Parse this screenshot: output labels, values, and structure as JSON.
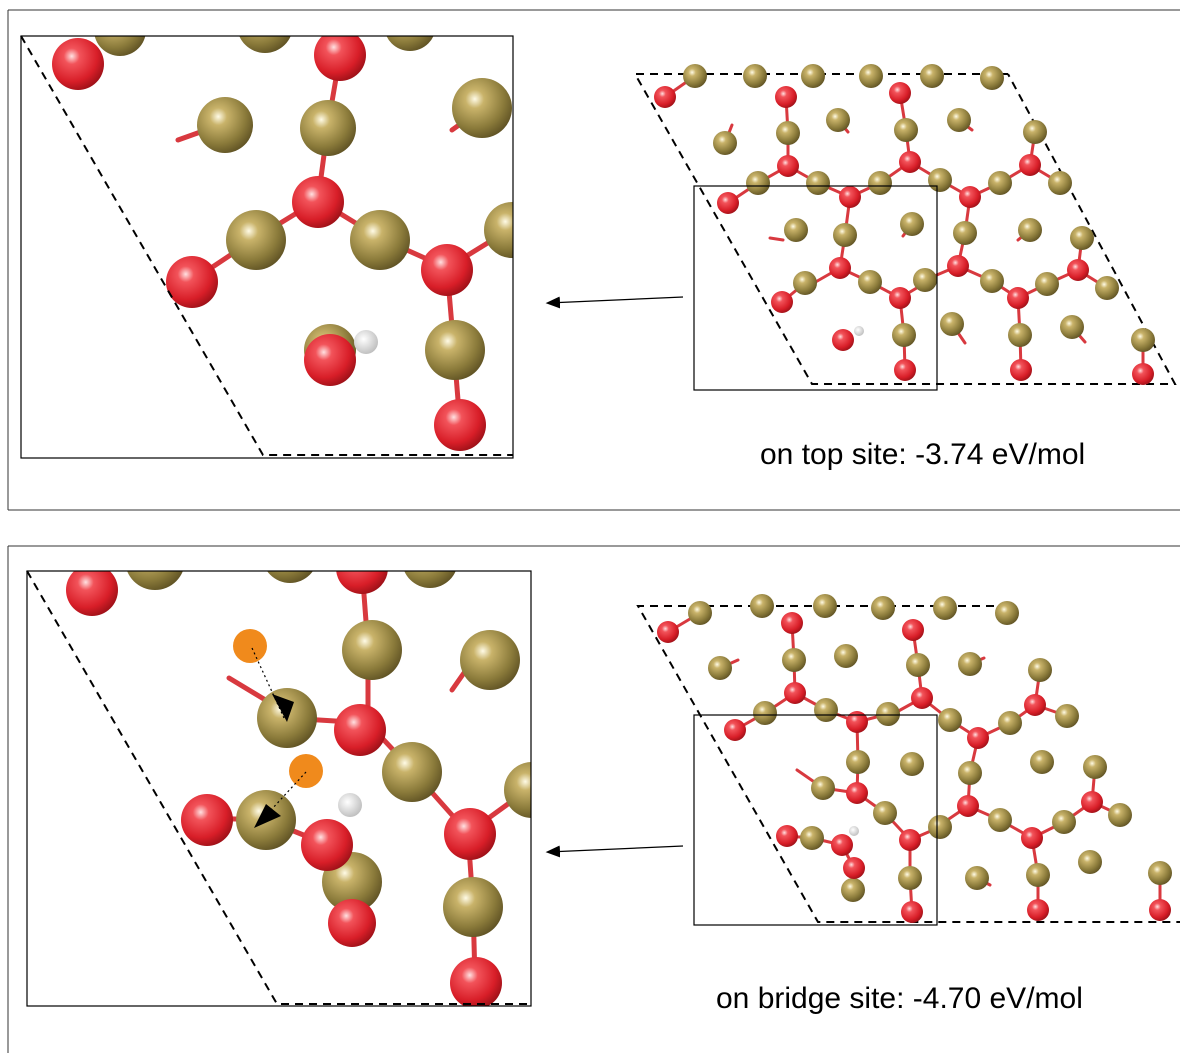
{
  "panels": [
    {
      "caption": "on top site: -3.74 eV/mol",
      "variant": "top"
    },
    {
      "caption": "on bridge site: -4.70 eV/mol",
      "variant": "bridge"
    }
  ],
  "colors": {
    "gold_atom": "#8a7a3a",
    "oxygen_atom": "#e0252d",
    "hydrogen_atom": "#ececec",
    "highlight_atom": "#f08a1c",
    "bond": "#d8393f"
  }
}
